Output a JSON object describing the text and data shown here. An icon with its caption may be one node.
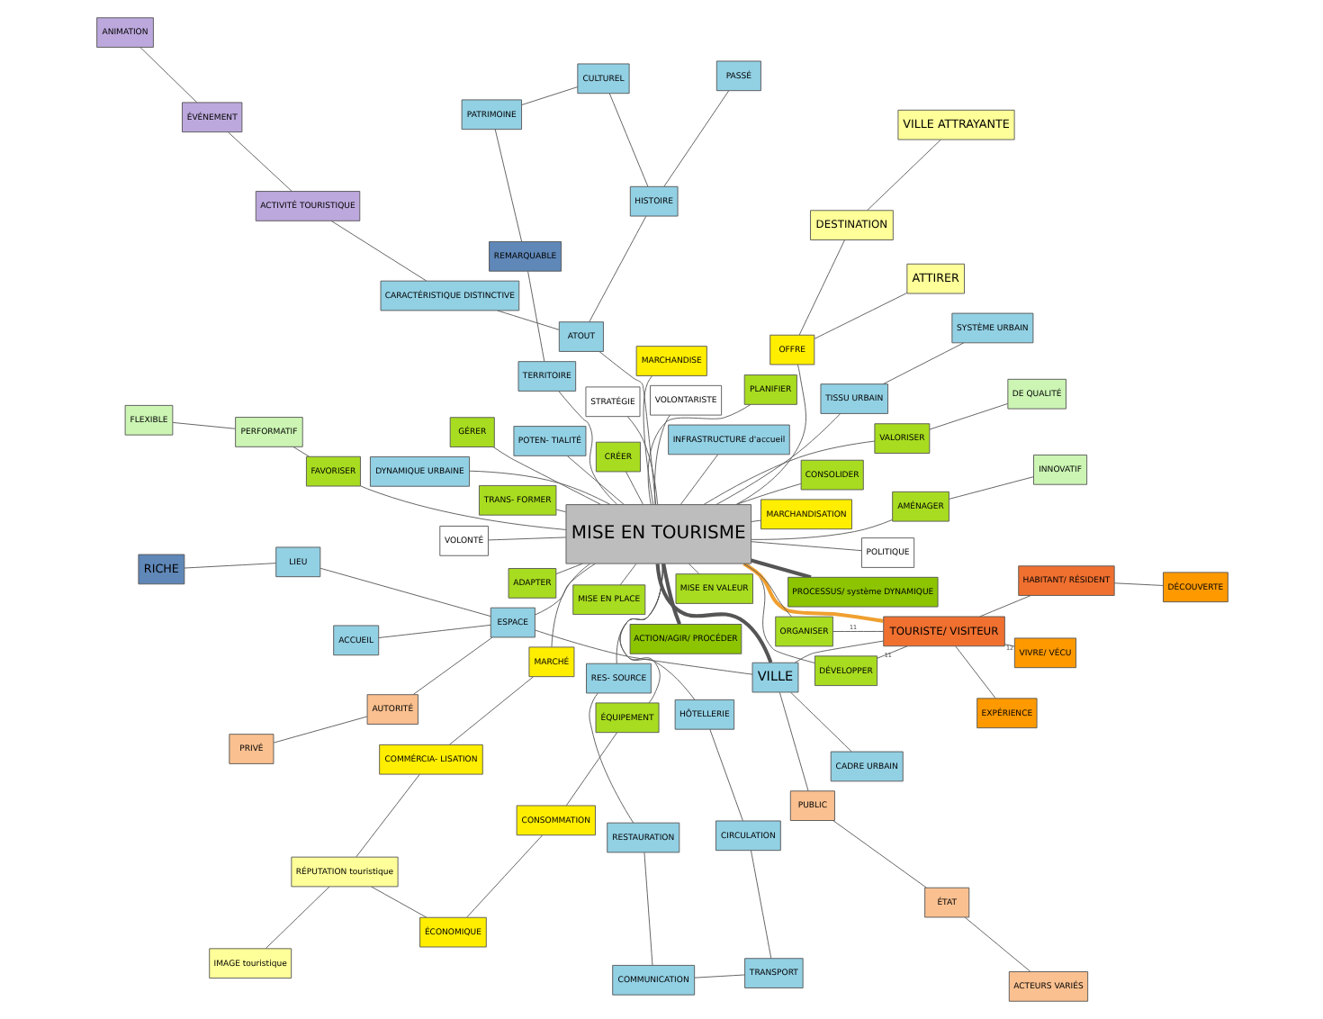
{
  "diagram": {
    "nodes": [
      {
        "text": [
          "EXPÉRIENCE"
        ]
      },
      {
        "text": [
          "DÉCOUVERTE"
        ]
      },
      {
        "text": [
          "DÉVELOPPER"
        ]
      },
      {
        "text": [
          "HABITANT/ RÉSIDENT"
        ]
      },
      {
        "text": [
          "ACTEURS VARIÉS"
        ]
      },
      {
        "text": [
          "ÉTAT"
        ]
      },
      {
        "text": [
          "PUBLIC"
        ]
      },
      {
        "text": [
          "TOURISTE/ VISITEUR"
        ]
      },
      {
        "text": [
          "ORGANISER"
        ]
      },
      {
        "text": [
          "VIVRE/ VÉCU"
        ]
      },
      {
        "text": [
          "PRIVÉ"
        ]
      },
      {
        "text": [
          "AUTORITÉ"
        ]
      },
      {
        "text": [
          "MISE EN VALEUR"
        ]
      },
      {
        "text": [
          "VALORISER"
        ]
      },
      {
        "text": [
          "CRÉER"
        ]
      },
      {
        "text": [
          "VILLE"
        ]
      },
      {
        "text": [
          "ESPACE"
        ]
      },
      {
        "text": [
          "ACCUEIL"
        ]
      },
      {
        "text": [
          "RICHE"
        ]
      },
      {
        "text": [
          "GÉRER"
        ]
      },
      {
        "text": [
          "MISE EN PLACE"
        ]
      },
      {
        "text": [
          "FAVORISER"
        ]
      },
      {
        "text": [
          "INFRASTRUCTURE d'accueil"
        ]
      },
      {
        "text": [
          "LIEU"
        ]
      },
      {
        "text": [
          "TERRITOIRE"
        ]
      },
      {
        "text": [
          "REMARQUABLE"
        ]
      },
      {
        "text": [
          "DE QUALITÉ"
        ]
      },
      {
        "text": [
          "TRANS- FORMER"
        ]
      },
      {
        "text": [
          "ACTION/AGIR/ PROCÉDER"
        ]
      },
      {
        "text": [
          "PROCESSUS/ système DYNAMIQUE"
        ]
      },
      {
        "text": [
          "TISSU URBAIN"
        ]
      },
      {
        "text": [
          "CADRE URBAIN"
        ]
      },
      {
        "text": [
          "ADAPTER"
        ]
      },
      {
        "text": [
          "PATRIMOINE"
        ]
      },
      {
        "text": [
          "SYSTÈME URBAIN"
        ]
      },
      {
        "text": [
          "PERFORMATIF"
        ]
      },
      {
        "text": [
          "AMÉNAGER"
        ]
      },
      {
        "text": [
          "PLANIFIER"
        ]
      },
      {
        "text": [
          "MISE EN TOURISME"
        ]
      },
      {
        "text": [
          "DYNAMIQUE URBAINE"
        ]
      },
      {
        "text": [
          "POTEN- TIALITÉ"
        ]
      },
      {
        "text": [
          "CULTUREL"
        ]
      },
      {
        "text": [
          "FLEXIBLE"
        ]
      },
      {
        "text": [
          "CONSOLIDER"
        ]
      },
      {
        "text": [
          "PASSÉ"
        ]
      },
      {
        "text": [
          "ATOUT"
        ]
      },
      {
        "text": [
          "HISTOIRE"
        ]
      },
      {
        "text": [
          "ÉQUIPEMENT"
        ]
      },
      {
        "text": [
          "INNOVATIF"
        ]
      },
      {
        "text": [
          "POLITIQUE"
        ]
      },
      {
        "text": [
          "VOLONTÉ"
        ]
      },
      {
        "text": [
          "RES- SOURCE"
        ]
      },
      {
        "text": [
          "MARCHANDISE"
        ]
      },
      {
        "text": [
          "STRATÉGIE"
        ]
      },
      {
        "text": [
          "VOLONTARISTE"
        ]
      },
      {
        "text": [
          "HÔTELLERIE"
        ]
      },
      {
        "text": [
          "CARACTÉRISTIQUE DISTINCTIVE"
        ]
      },
      {
        "text": [
          "ÉVÉNEMENT"
        ]
      },
      {
        "text": [
          "MARCHANDISATION"
        ]
      },
      {
        "text": [
          "CONSOMMATION"
        ]
      },
      {
        "text": [
          "RESTAURATION"
        ]
      },
      {
        "text": [
          "ACTIVITÉ TOURISTIQUE"
        ]
      },
      {
        "text": [
          "ANIMATION"
        ]
      },
      {
        "text": [
          "MARCHÉ"
        ]
      },
      {
        "text": [
          "ÉCONOMIQUE"
        ]
      },
      {
        "text": [
          "COMMÉRCIA- LISATION"
        ]
      },
      {
        "text": [
          "CIRCULATION"
        ]
      },
      {
        "text": [
          "OFFRE"
        ]
      },
      {
        "text": [
          "TRANSPORT"
        ]
      },
      {
        "text": [
          "COMMUNICATION"
        ]
      },
      {
        "text": [
          "RÉPUTATION touristique"
        ]
      },
      {
        "text": [
          "DESTINATION"
        ]
      },
      {
        "text": [
          "ATTIRER"
        ]
      },
      {
        "text": [
          "IMAGE touristique"
        ]
      },
      {
        "text": [
          "VILLE ATTRAYANTE"
        ]
      }
    ],
    "edges": [
      {
        "from": 38,
        "to": 7,
        "arrow": "none",
        "color": "#f0a030",
        "style": "thick"
      },
      {
        "from": 38,
        "to": 15,
        "arrow": "none",
        "style": "thick"
      },
      {
        "from": 38,
        "to": 28,
        "arrow": "none",
        "style": "thick"
      },
      {
        "from": 38,
        "to": 29,
        "arrow": "none",
        "style": "thick"
      },
      {
        "from": 38,
        "to": 19,
        "arrow": "none"
      },
      {
        "from": 38,
        "to": 14,
        "arrow": "none"
      },
      {
        "from": 38,
        "to": 2,
        "arrow": "none"
      },
      {
        "from": 38,
        "to": 8,
        "arrow": "none"
      },
      {
        "from": 38,
        "to": 13,
        "arrow": "none"
      },
      {
        "from": 38,
        "to": 12,
        "arrow": "none"
      },
      {
        "from": 38,
        "to": 20,
        "arrow": "none"
      },
      {
        "from": 38,
        "to": 21,
        "arrow": "none"
      },
      {
        "from": 38,
        "to": 27,
        "arrow": "none"
      },
      {
        "from": 38,
        "to": 32,
        "arrow": "none"
      },
      {
        "from": 38,
        "to": 36,
        "arrow": "none"
      },
      {
        "from": 38,
        "to": 37,
        "arrow": "none"
      },
      {
        "from": 38,
        "to": 43,
        "arrow": "none"
      },
      {
        "from": 38,
        "to": 47,
        "arrow": "none"
      },
      {
        "from": 38,
        "to": 49,
        "arrow": "none"
      },
      {
        "from": 38,
        "to": 50,
        "arrow": "none"
      },
      {
        "from": 38,
        "to": 53,
        "arrow": "none"
      },
      {
        "from": 38,
        "to": 54,
        "arrow": "none"
      },
      {
        "from": 38,
        "to": 52,
        "arrow": "none"
      },
      {
        "from": 38,
        "to": 58,
        "arrow": "none"
      },
      {
        "from": 38,
        "to": 63,
        "arrow": "none"
      },
      {
        "from": 38,
        "to": 67,
        "arrow": "none"
      },
      {
        "from": 38,
        "to": 16,
        "arrow": "none"
      },
      {
        "from": 38,
        "to": 22,
        "arrow": "none"
      },
      {
        "from": 38,
        "to": 30,
        "arrow": "none"
      },
      {
        "from": 38,
        "to": 39,
        "arrow": "none"
      },
      {
        "from": 38,
        "to": 45,
        "arrow": "none"
      },
      {
        "from": 38,
        "to": 51,
        "arrow": "none"
      },
      {
        "from": 38,
        "to": 55,
        "arrow": "none"
      },
      {
        "from": 38,
        "to": 24,
        "arrow": "none"
      },
      {
        "from": 38,
        "to": 40,
        "arrow": "none"
      },
      {
        "from": 2,
        "to": 7,
        "arrow": "none",
        "label": "11"
      },
      {
        "from": 8,
        "to": 7,
        "arrow": "none",
        "label": "11"
      },
      {
        "from": 7,
        "to": 9,
        "arrow": "none",
        "label": "12"
      },
      {
        "from": 7,
        "to": 0,
        "arrow": "none"
      },
      {
        "from": 7,
        "to": 3,
        "arrow": "none"
      },
      {
        "from": 3,
        "to": 1,
        "arrow": "none"
      },
      {
        "from": 7,
        "to": 15,
        "arrow": "none"
      },
      {
        "from": 15,
        "to": 6,
        "arrow": "none"
      },
      {
        "from": 6,
        "to": 5,
        "arrow": "none"
      },
      {
        "from": 5,
        "to": 4,
        "arrow": "none"
      },
      {
        "from": 10,
        "to": 11,
        "arrow": "none"
      },
      {
        "from": 16,
        "to": 11,
        "arrow": "none"
      },
      {
        "from": 15,
        "to": 16,
        "arrow": "none"
      },
      {
        "from": 16,
        "to": 17,
        "arrow": "none"
      },
      {
        "from": 16,
        "to": 23,
        "arrow": "none"
      },
      {
        "from": 23,
        "to": 18,
        "arrow": "none"
      },
      {
        "from": 24,
        "to": 25,
        "arrow": "none"
      },
      {
        "from": 25,
        "to": 33,
        "arrow": "none"
      },
      {
        "from": 15,
        "to": 31,
        "arrow": "none"
      },
      {
        "from": 30,
        "to": 34,
        "arrow": "none"
      },
      {
        "from": 33,
        "to": 41,
        "arrow": "none"
      },
      {
        "from": 41,
        "to": 46,
        "arrow": "none"
      },
      {
        "from": 46,
        "to": 44,
        "arrow": "none"
      },
      {
        "from": 45,
        "to": 46,
        "arrow": "none"
      },
      {
        "from": 45,
        "to": 56,
        "arrow": "none"
      },
      {
        "from": 51,
        "to": 60,
        "arrow": "none"
      },
      {
        "from": 56,
        "to": 61,
        "arrow": "none"
      },
      {
        "from": 61,
        "to": 57,
        "arrow": "none"
      },
      {
        "from": 57,
        "to": 62,
        "arrow": "none"
      },
      {
        "from": 55,
        "to": 66,
        "arrow": "none"
      },
      {
        "from": 66,
        "to": 68,
        "arrow": "none"
      },
      {
        "from": 60,
        "to": 69,
        "arrow": "none"
      },
      {
        "from": 68,
        "to": 69,
        "arrow": "none"
      },
      {
        "from": 13,
        "to": 26,
        "arrow": "none"
      },
      {
        "from": 21,
        "to": 35,
        "arrow": "none"
      },
      {
        "from": 35,
        "to": 42,
        "arrow": "none"
      },
      {
        "from": 36,
        "to": 48,
        "arrow": "none"
      },
      {
        "from": 47,
        "to": 59,
        "arrow": "none"
      },
      {
        "from": 59,
        "to": 64,
        "arrow": "none"
      },
      {
        "from": 63,
        "to": 65,
        "arrow": "none"
      },
      {
        "from": 64,
        "to": 70,
        "arrow": "none"
      },
      {
        "from": 65,
        "to": 70,
        "arrow": "none"
      },
      {
        "from": 67,
        "to": 71,
        "arrow": "none"
      },
      {
        "from": 67,
        "to": 72,
        "arrow": "none"
      },
      {
        "from": 70,
        "to": 73,
        "arrow": "none"
      },
      {
        "from": 71,
        "to": 74,
        "arrow": "none"
      }
    ]
  }
}
